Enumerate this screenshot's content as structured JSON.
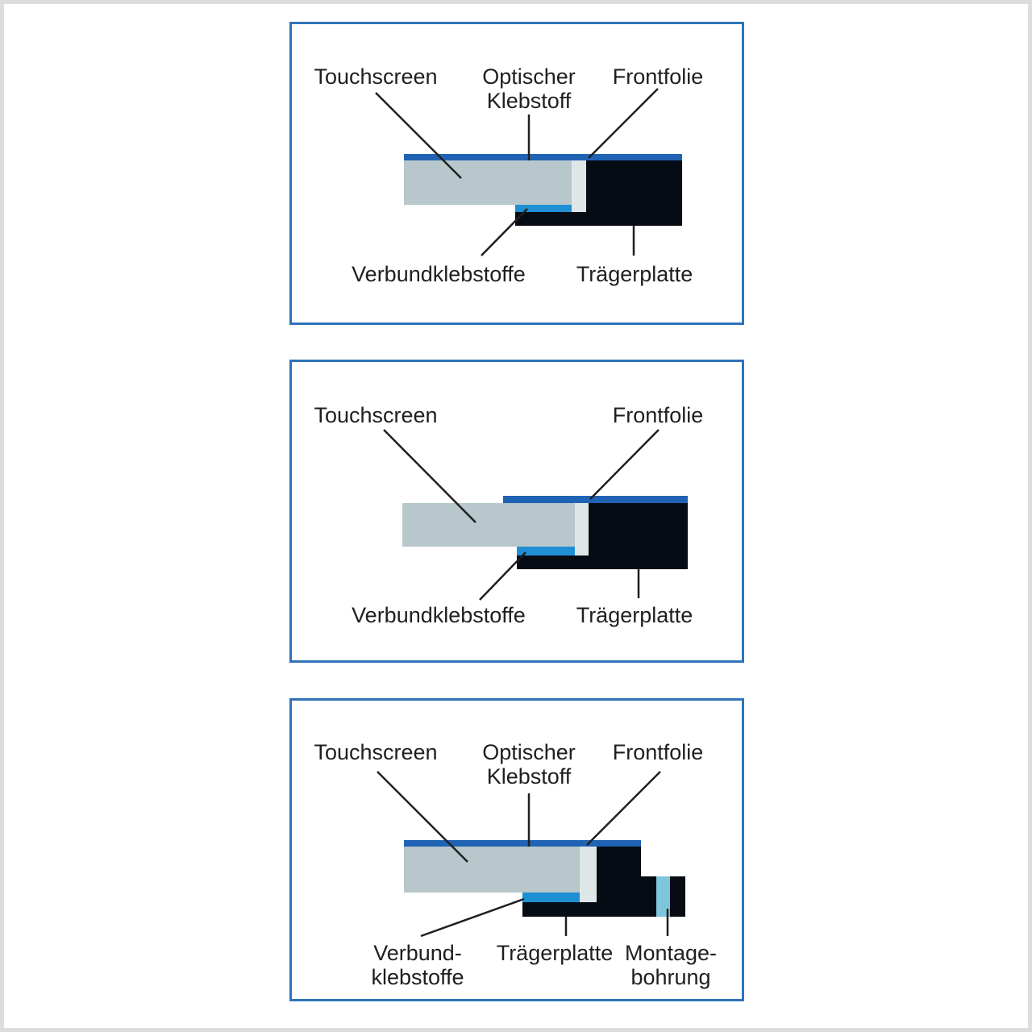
{
  "colors": {
    "panel_border": "#2f73bb",
    "outer_border": "#dcdcdc",
    "touchscreen": "#b7c7cb",
    "optical_adhesive_edge": "#dfe6e8",
    "front_foil": "#2063b4",
    "laminating_adhesive": "#1f8fd4",
    "carrier_plate": "#070b14",
    "mounting_hole": "#7ec6dc",
    "leader_line": "#1f1f1f"
  },
  "panels": [
    {
      "labels": {
        "touchscreen": "Touchscreen",
        "optical_adhesive_line1": "Optischer",
        "optical_adhesive_line2": "Klebstoff",
        "front_foil": "Frontfolie",
        "laminating_adhesives": "Verbundklebstoffe",
        "carrier_plate": "Trägerplatte"
      }
    },
    {
      "labels": {
        "touchscreen": "Touchscreen",
        "front_foil": "Frontfolie",
        "laminating_adhesives": "Verbundklebstoffe",
        "carrier_plate": "Trägerplatte"
      }
    },
    {
      "labels": {
        "touchscreen": "Touchscreen",
        "optical_adhesive_line1": "Optischer",
        "optical_adhesive_line2": "Klebstoff",
        "front_foil": "Frontfolie",
        "laminating_adhesives_line1": "Verbund-",
        "laminating_adhesives_line2": "klebstoffe",
        "carrier_plate": "Trägerplatte",
        "mounting_hole_line1": "Montage-",
        "mounting_hole_line2": "bohrung"
      }
    }
  ]
}
